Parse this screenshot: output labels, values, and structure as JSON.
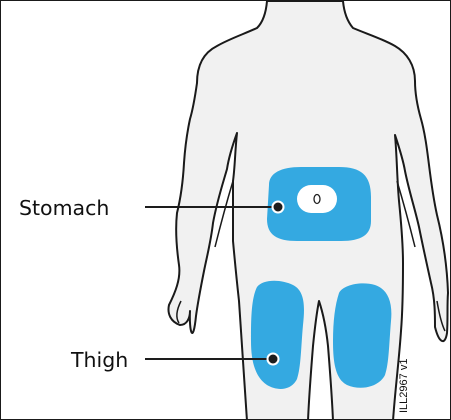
{
  "figure": {
    "labels": {
      "stomach": "Stomach",
      "thigh": "Thigh"
    },
    "illustration_code": "ILL2967 v1"
  },
  "colors": {
    "body_fill": "#f1f1f1",
    "body_outline": "#1a1a1a",
    "injection_site": "#34a9e1",
    "injection_site_mark": "#1d1d1d",
    "navel": "#ffffff",
    "frame_border": "#1a1a1a"
  }
}
